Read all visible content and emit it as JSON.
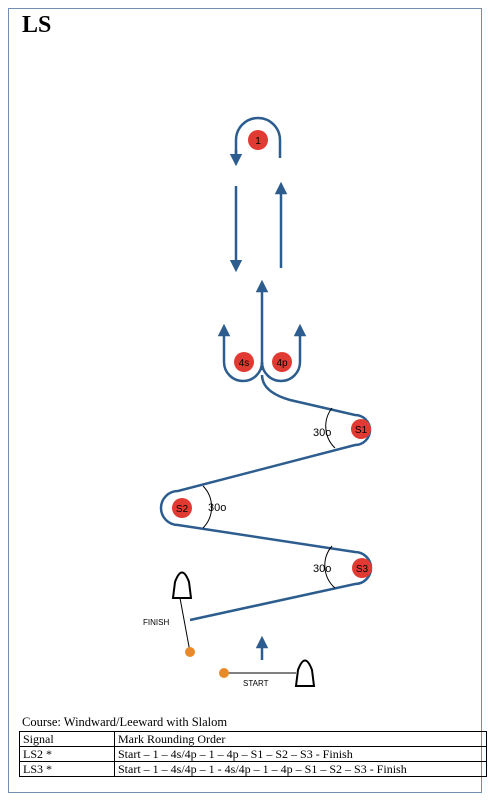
{
  "title": "LS",
  "diagram": {
    "marks": {
      "m1": "1",
      "m4s": "4s",
      "m4p": "4p",
      "s1": "S1",
      "s2": "S2",
      "s3": "S3"
    },
    "angles": [
      "30o",
      "30o",
      "30o"
    ],
    "finish_label": "FINISH",
    "start_label": "START",
    "colors": {
      "mark": "#e03a32",
      "course": "#2c5d8e",
      "pin": "#e88a2c",
      "boat": "#000000"
    }
  },
  "caption": "Course: Windward/Leeward with Slalom",
  "table": {
    "headers": [
      "Signal",
      "Mark Rounding Order"
    ],
    "rows": [
      [
        "LS2 *",
        "Start – 1 – 4s/4p – 1 – 4p – S1 – S2 – S3 - Finish"
      ],
      [
        "LS3 *",
        "Start – 1 – 4s/4p – 1 - 4s/4p – 1 – 4p – S1 – S2 – S3 - Finish"
      ]
    ]
  }
}
